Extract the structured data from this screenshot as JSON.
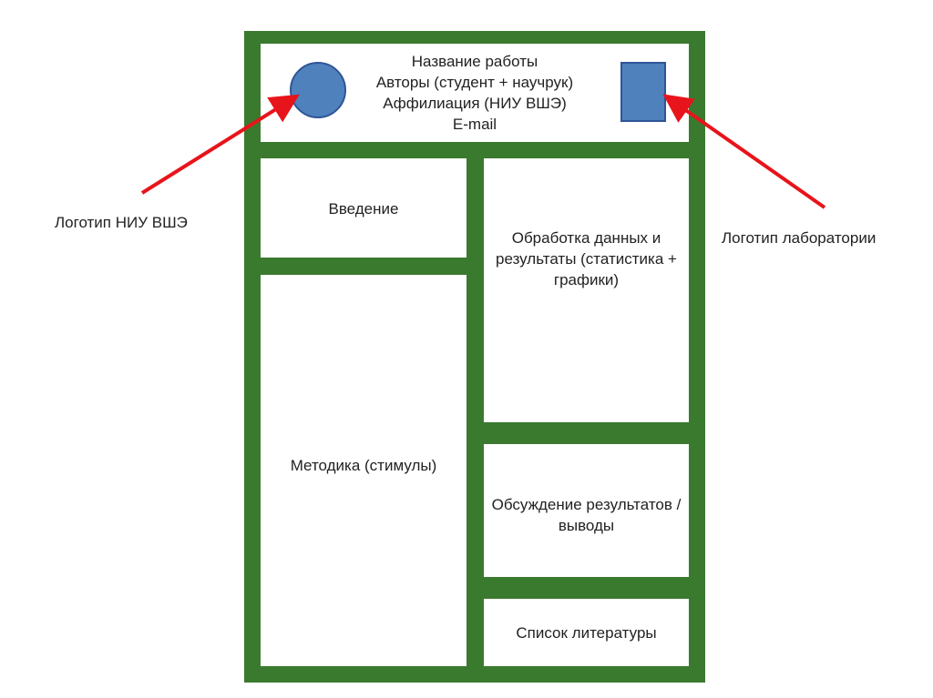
{
  "header": {
    "lines": [
      "Название работы",
      "Авторы (студент + научрук)",
      "Аффилиация (НИУ ВШЭ)",
      "E-mail"
    ]
  },
  "sections": {
    "intro": "Введение",
    "methods": "Методика (стимулы)",
    "results": "Обработка данных и результаты (статистика + графики)",
    "discussion": "Обсуждение результатов / выводы",
    "references": "Список литературы"
  },
  "callouts": {
    "hse_logo": "Логотип НИУ ВШЭ",
    "lab_logo": "Логотип лаборатории"
  },
  "colors": {
    "frame": "#3a7a2e",
    "logo_fill": "#4f81bd",
    "arrow": "#e8141b"
  }
}
